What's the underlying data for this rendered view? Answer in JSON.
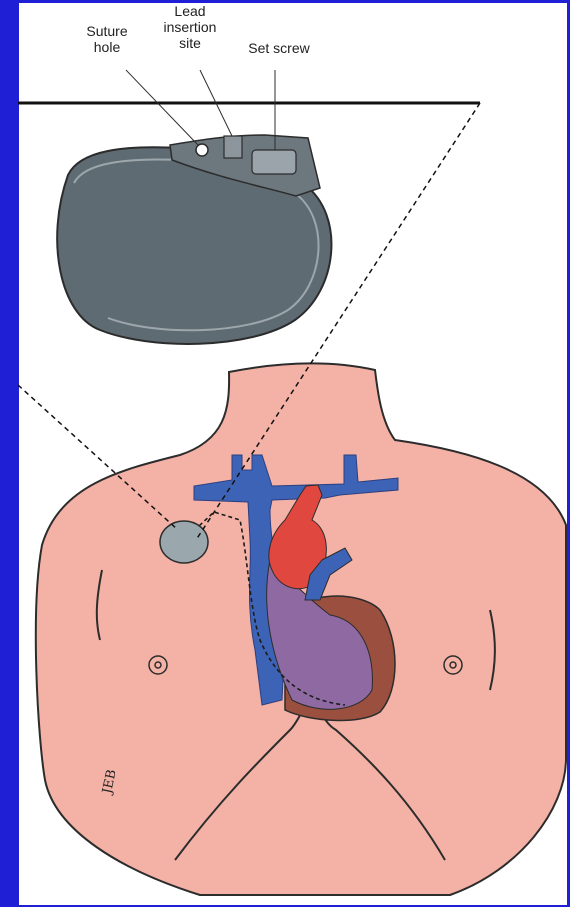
{
  "labels": {
    "suture_hole": "Suture\nhole",
    "lead_insertion_site": "Lead\ninsertion\nsite",
    "set_screw": "Set screw"
  },
  "signature": "JEB",
  "colors": {
    "border": "#1f1fd6",
    "background": "#ffffff",
    "skin": "#f4b2a6",
    "device": "#5f6b73",
    "vein": "#3d63b6",
    "artery": "#e0473f",
    "heart_muscle": "#9a4f3f",
    "ventricle": "#8f6aa2"
  },
  "icons": [
    "pacemaker-generator",
    "heart",
    "torso"
  ]
}
